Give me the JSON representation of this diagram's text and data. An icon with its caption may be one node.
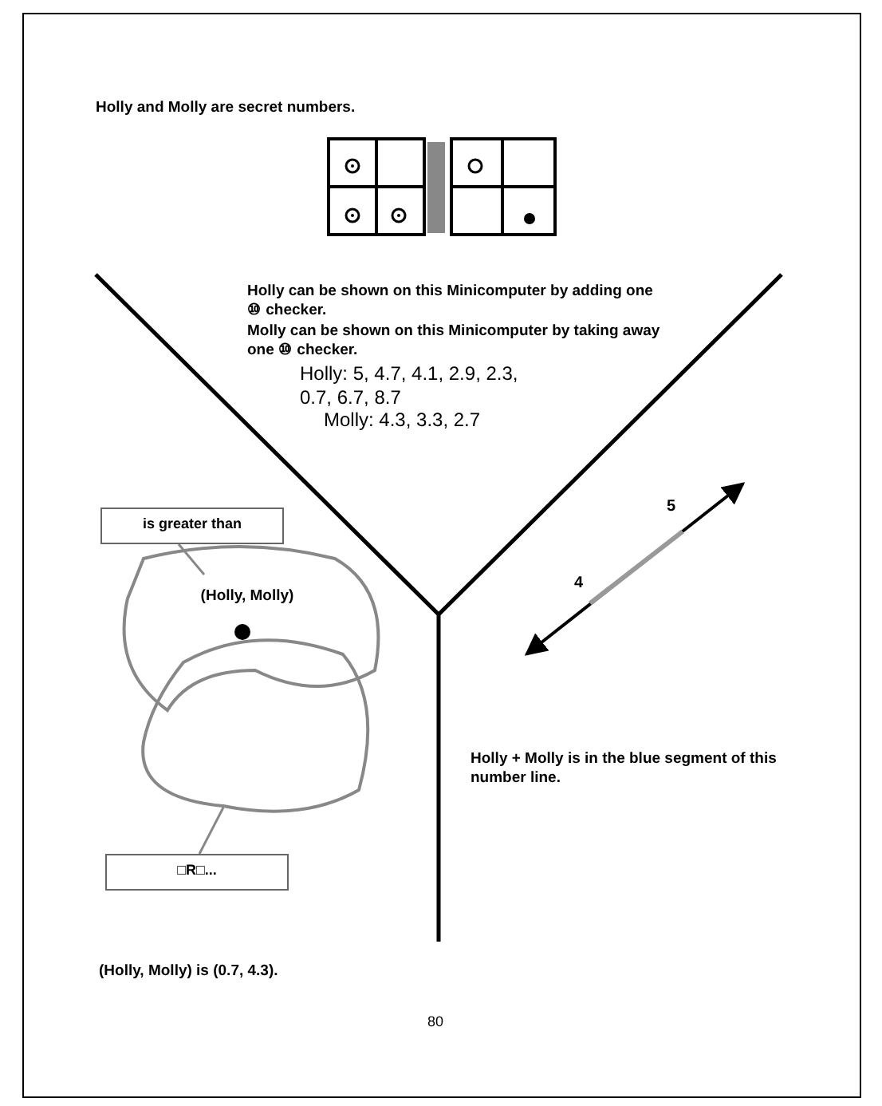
{
  "diagram": {
    "title": "Holly and Molly are secret numbers.",
    "nodes": [
      {
        "text": [
          "is greater than"
        ]
      },
      {
        "text": [
          "(Holly, Molly)"
        ]
      },
      {
        "text": [],
        "shape": "cloud"
      },
      {
        "text": [
          "□R□..."
        ]
      }
    ],
    "edges": [
      {
        "from": 0,
        "to": 1,
        "arrow": "none"
      },
      {
        "from": 3,
        "to": 2,
        "arrow": "none"
      }
    ],
    "labels": [
      "Holly can be shown on this Minicomputer by adding one ⑩ checker.",
      "Molly can be shown on this Minicomputer by taking away one ⑩ checker.",
      "Holly: 5, 4.7, 4.1, 2.9, 2.3, 0.7, 6.7, 8.7",
      "Molly: 4.3, 3.3, 2.7",
      "4",
      "5",
      "Holly + Molly is in the blue segment of this number line.",
      "(Holly, Molly) is (0.7, 4.3).",
      "80"
    ]
  }
}
